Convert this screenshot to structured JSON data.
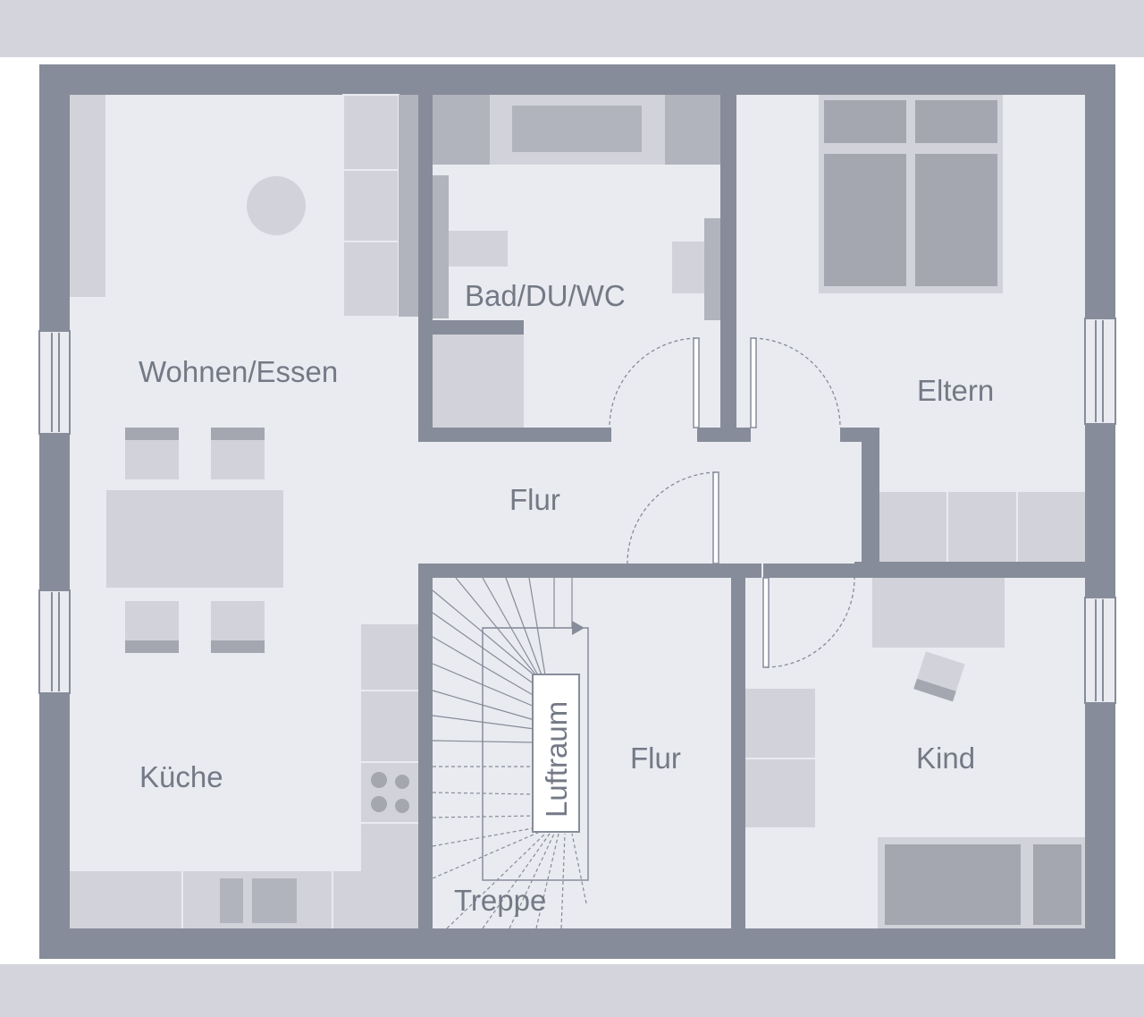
{
  "rooms": {
    "wohnen": "Wohnen/Essen",
    "kueche": "Küche",
    "bad": "Bad/DU/WC",
    "eltern": "Eltern",
    "flur_upper": "Flur",
    "flur_lower": "Flur",
    "kind": "Kind",
    "treppe": "Treppe",
    "luftraum": "Luftraum"
  },
  "colors": {
    "wall": "#878c9a",
    "floor": "#e9ebf0",
    "band": "#d3d4dc",
    "furniture_light": "#d2d3da",
    "furniture_mid": "#b2b4bd",
    "furniture_dark": "#a4a6b0",
    "text": "#747986"
  }
}
